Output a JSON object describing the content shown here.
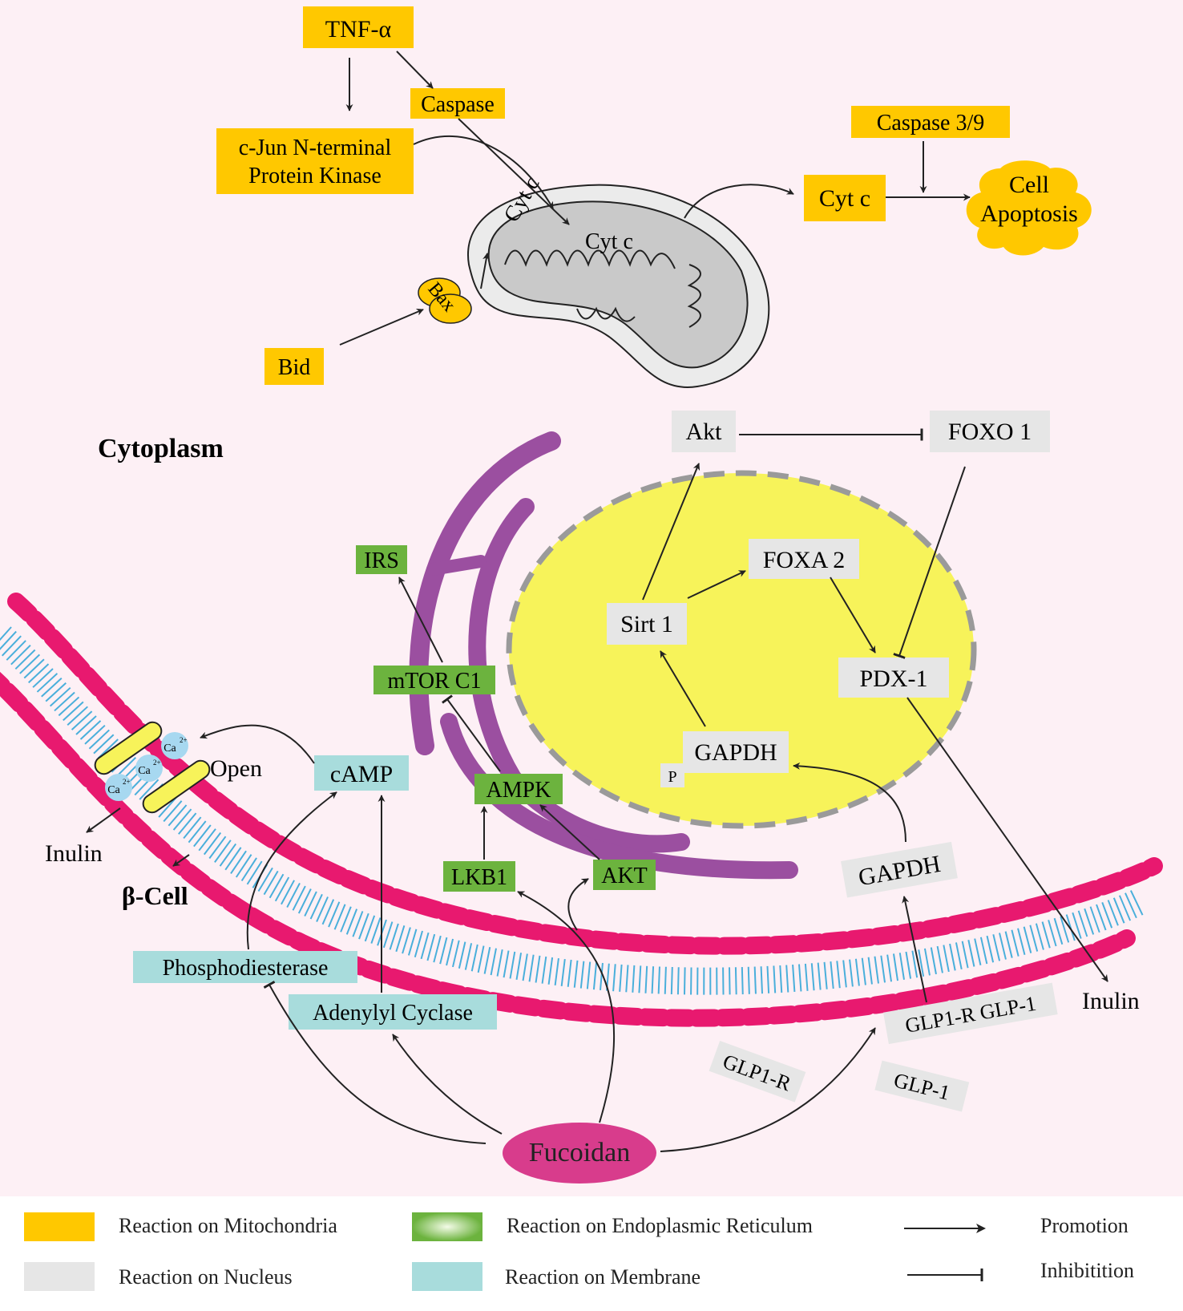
{
  "colors": {
    "background": "#fdf0f5",
    "mitochondria_box": "#ffc800",
    "er_box": "#6cb33e",
    "nucleus_box": "#e6e6e6",
    "membrane_box": "#a8dcdc",
    "er": "#9b4fa0",
    "nucleus": "#f7f35a",
    "nucleus_border": "#9a9a9a",
    "membrane_head": "#e8196f",
    "membrane_tail": "#2aa3d6",
    "fucoidan": "#d83c8c",
    "calcium": "#a7d8f0"
  },
  "labels": {
    "tnf": "TNF-α",
    "caspase": "Caspase",
    "jnk_line1": "c-Jun N-terminal",
    "jnk_line2": "Protein Kinase",
    "caspase39": "Caspase 3/9",
    "cytc": "Cyt c",
    "cytc_in1": "Cyt c",
    "cytc_in2": "Cyt c",
    "cell_line1": "Cell",
    "cell_line2": "Apoptosis",
    "bax": "Bax",
    "bid": "Bid",
    "cytoplasm": "Cytoplasm",
    "akt_n": "Akt",
    "foxo1": "FOXO 1",
    "foxa2": "FOXA 2",
    "sirt1": "Sirt 1",
    "pdx1": "PDX-1",
    "gapdh_n": "GAPDH",
    "p": "P",
    "irs": "IRS",
    "mtor": "mTOR C1",
    "ampk": "AMPK",
    "lkb1": "LKB1",
    "akt_er": "AKT",
    "camp": "cAMP",
    "open": "Open",
    "ca": "Ca",
    "ca_sup": "2+",
    "inulin_left": "Inulin",
    "bcell": "β-Cell",
    "phosphodiesterase": "Phosphodiesterase",
    "adenylyl": "Adenylyl Cyclase",
    "gapdh_m": "GAPDH",
    "glp1r_glp1": "GLP1-R  GLP-1",
    "inulin_right": "Inulin",
    "glp1r": "GLP1-R",
    "glp1": "GLP-1",
    "fucoidan": "Fucoidan"
  },
  "legend": {
    "mito": "Reaction on Mitochondria",
    "er": "Reaction on Endoplasmic Reticulum",
    "promotion": "Promotion",
    "nucleus": "Reaction on Nucleus",
    "membrane": "Reaction on Membrane",
    "inhibition": "Inhibitition"
  }
}
